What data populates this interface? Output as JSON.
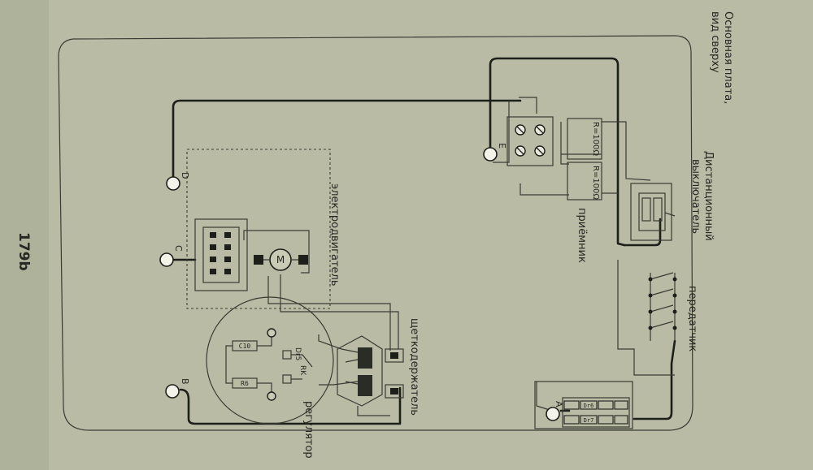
{
  "page_number": "179b",
  "title": {
    "line1": "Основная плата,",
    "line2": "вид сверху"
  },
  "blocks": {
    "remote_switch": {
      "line1": "Дистанционный",
      "line2": "выключатель"
    },
    "receiver": "приёмник",
    "transmitter": "передатчик",
    "motor": "электродвигатель",
    "brush_holder": "щеткодержатель",
    "regulator": "регулятор"
  },
  "terminals": {
    "A": "A",
    "B": "B",
    "C": "C",
    "D": "D",
    "E": "E"
  },
  "resistors": {
    "r1": "R=100Ω",
    "r2": "R=100Ω"
  },
  "motor_symbol": "M",
  "regulator_parts": {
    "c10": "C10",
    "r6": "R6",
    "dr5": "Dr5",
    "rk": "RK"
  },
  "connector_a_cells": [
    "Dr6",
    "Dr7"
  ]
}
